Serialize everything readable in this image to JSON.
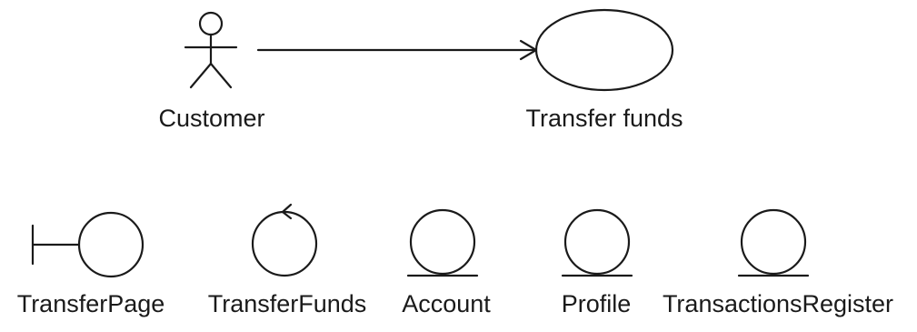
{
  "use_case_diagram": {
    "actor": {
      "label": "Customer"
    },
    "use_case": {
      "label": "Transfer funds"
    },
    "association": {
      "direction": "actor-to-use-case",
      "arrowhead": "open"
    }
  },
  "analysis_classes": [
    {
      "label": "TransferPage",
      "stereotype": "boundary",
      "icon": "boundary-icon"
    },
    {
      "label": "TransferFunds",
      "stereotype": "control",
      "icon": "control-icon"
    },
    {
      "label": "Account",
      "stereotype": "entity",
      "icon": "entity-icon"
    },
    {
      "label": "Profile",
      "stereotype": "entity",
      "icon": "entity-icon"
    },
    {
      "label": "TransactionsRegister",
      "stereotype": "entity",
      "icon": "entity-icon"
    }
  ],
  "colors": {
    "stroke": "#1a1a1a",
    "background": "#ffffff"
  }
}
